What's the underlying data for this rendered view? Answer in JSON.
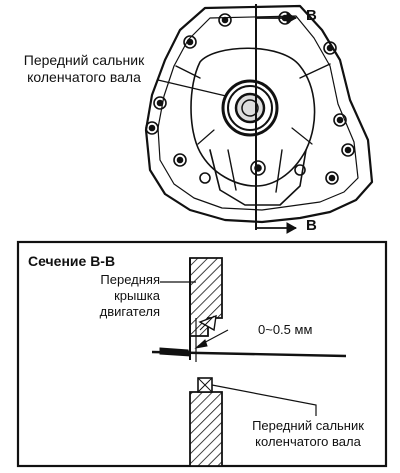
{
  "top_view": {
    "label_line1": "Передний сальник",
    "label_line2": "коленчатого вала",
    "section_mark_top": "B",
    "section_mark_bottom": "B"
  },
  "section_view": {
    "title": "Сечение B-B",
    "cover_label_line1": "Передняя",
    "cover_label_line2": "крышка",
    "cover_label_line3": "двигателя",
    "dimension": "0~0.5 мм",
    "seal_label_line1": "Передний сальник",
    "seal_label_line2": "коленчатого вала"
  },
  "colors": {
    "ink": "#111111",
    "paper": "#ffffff",
    "shade": "#9a9a9a"
  }
}
